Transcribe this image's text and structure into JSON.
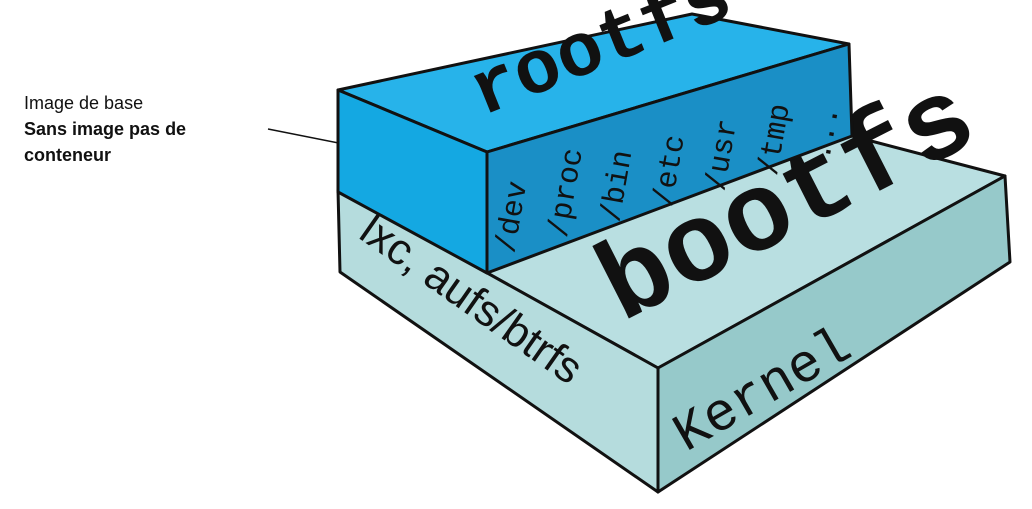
{
  "annotation": {
    "line1": "Image de base",
    "line2": "Sans image pas de",
    "line3": "conteneur"
  },
  "rootfs": {
    "title": "rootfs",
    "dirs": [
      "/dev",
      "/proc",
      "/bin",
      "/etc",
      "/usr",
      "/tmp",
      "..."
    ]
  },
  "bootfs": {
    "title": "bootfs",
    "side_label": "lxc, aufs/btrfs",
    "front_label": "Kernel"
  },
  "colors": {
    "rootfs_top": "#27b3ea",
    "rootfs_left": "#14a8e2",
    "rootfs_front": "#1a8fc6",
    "bootfs_top": "#b9dfe1",
    "bootfs_left": "#b5dcdd",
    "bootfs_front": "#96c9ca",
    "outline": "#111111"
  }
}
